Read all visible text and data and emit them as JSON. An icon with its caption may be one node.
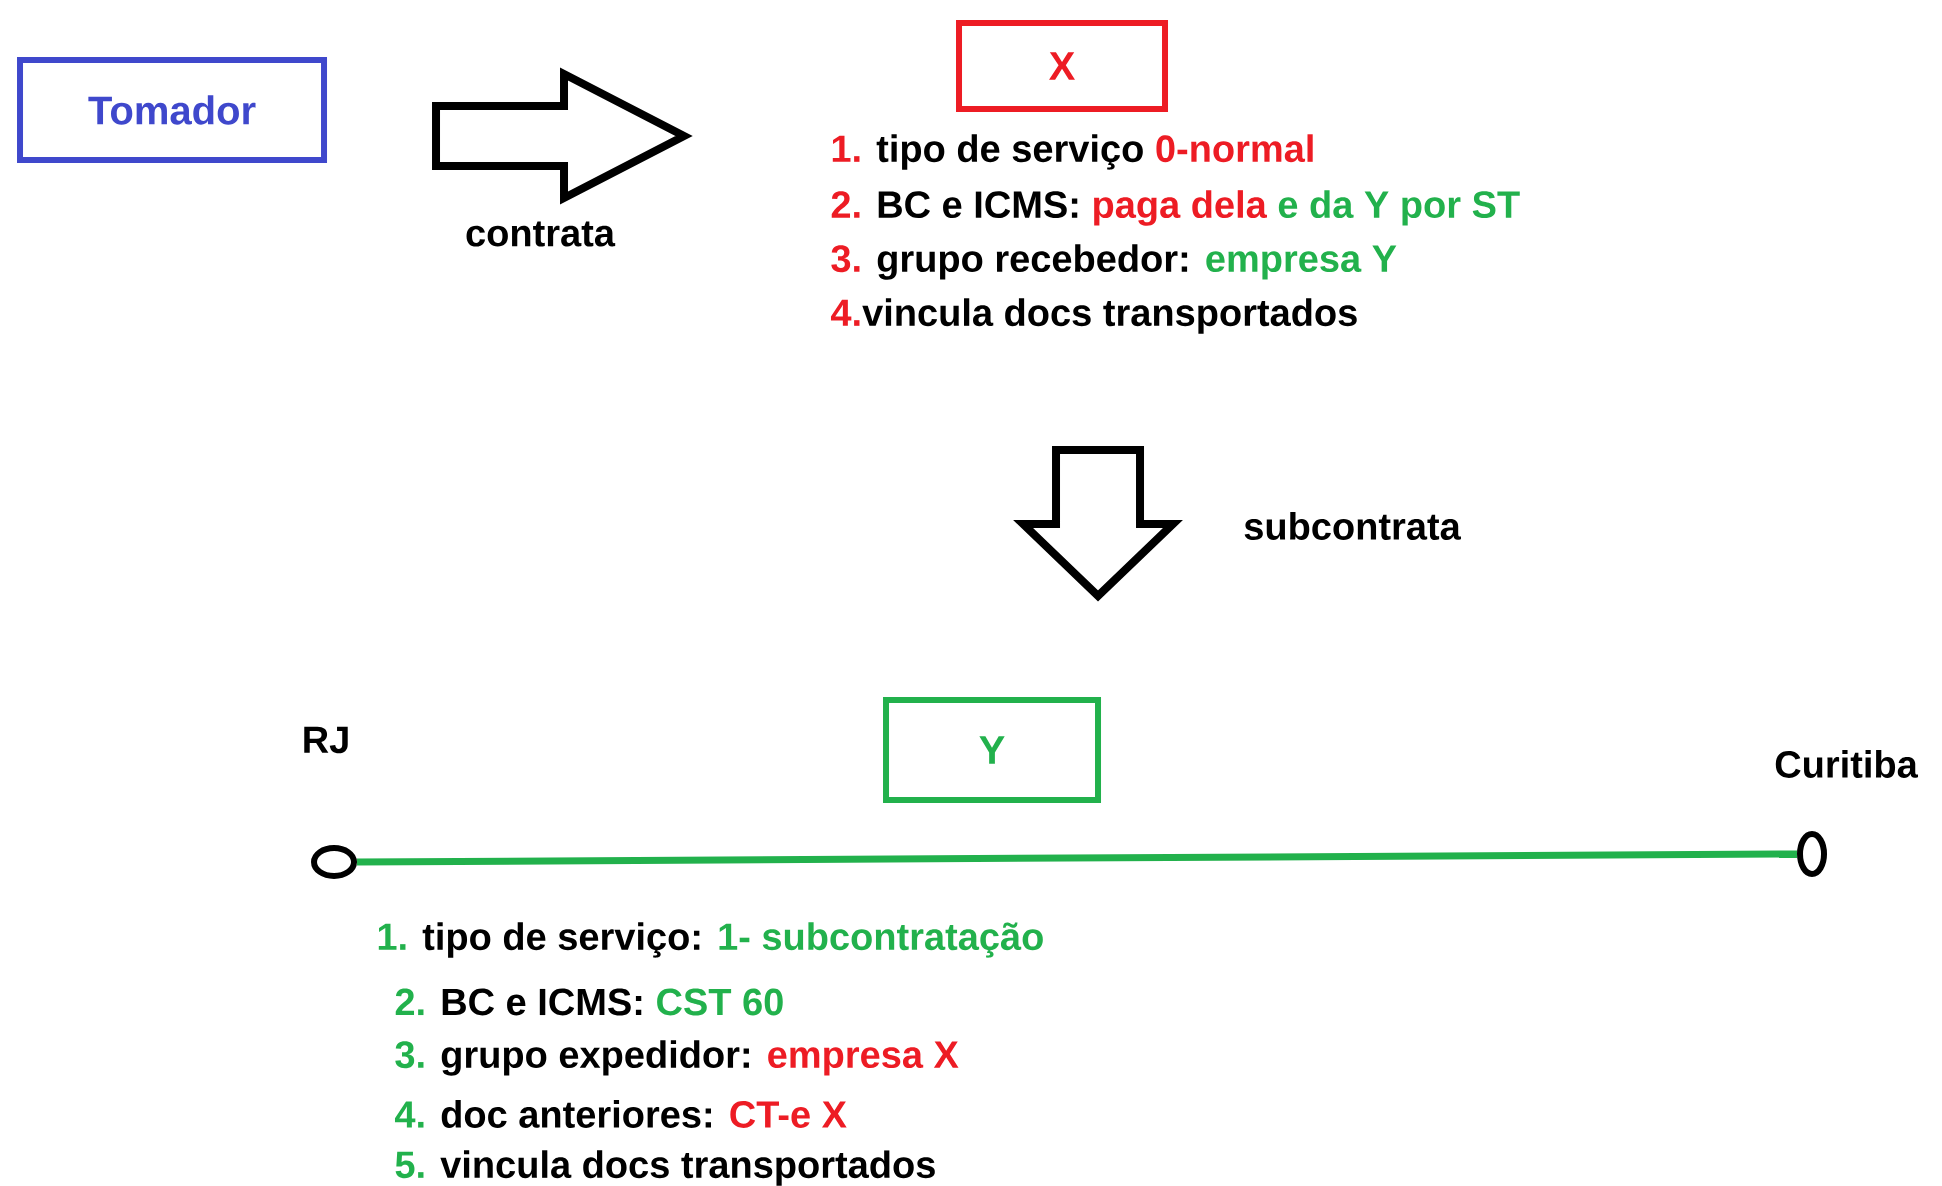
{
  "diagram": {
    "nodes": [
      {
        "text": [
          "Tomador"
        ]
      },
      {
        "text": [
          "X"
        ],
        "beside": [
          "1.",
          "tipo de serviço",
          "0-normal",
          "2.",
          "BC e ICMS:",
          "paga dela",
          "e da Y por ST",
          "3.",
          "grupo recebedor:",
          "empresa Y",
          "4.",
          "vincula docs transportados"
        ]
      },
      {
        "text": [
          "Y"
        ],
        "beside": [
          "1.",
          "tipo de serviço:",
          "1- subcontratação",
          "2.",
          "BC e ICMS:",
          "CST 60",
          "3.",
          "grupo expedidor:",
          "empresa X",
          "4.",
          "doc anteriores:",
          "CT-e X",
          "5.",
          "vincula docs transportados"
        ]
      },
      {
        "text": [
          "RJ"
        ]
      },
      {
        "text": [
          "Curitiba"
        ]
      }
    ],
    "edges": [
      {
        "from": 0,
        "to": 1,
        "arrow": "to",
        "label": "contrata"
      },
      {
        "from": 1,
        "to": 2,
        "arrow": "to",
        "label": "subcontrata"
      },
      {
        "from": 3,
        "to": 4,
        "arrow": "none",
        "color": "#22b14c"
      }
    ]
  }
}
